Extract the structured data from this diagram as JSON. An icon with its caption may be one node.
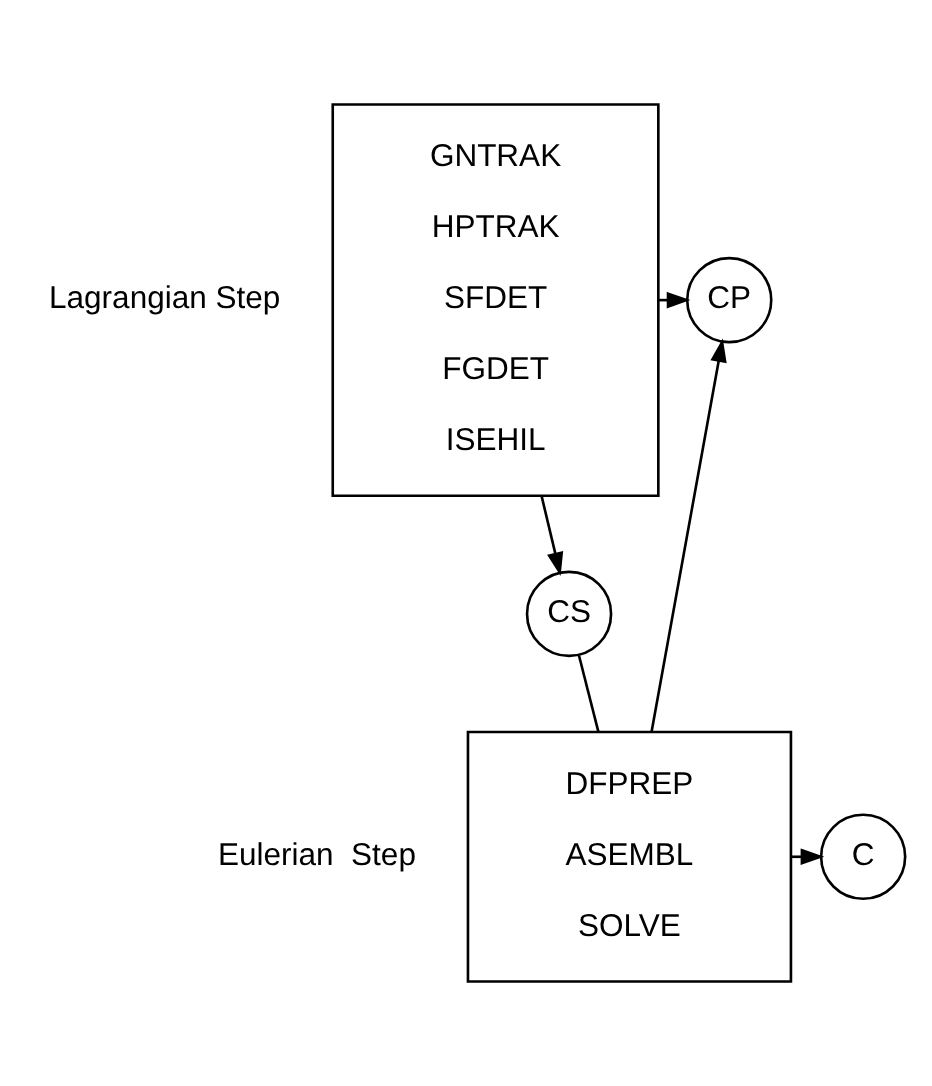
{
  "diagram": {
    "nodes": [
      {
        "text": [
          "GNTRAK",
          "HPTRAK",
          "SFDET",
          "FGDET",
          "ISEHIL"
        ],
        "beside": [
          "Lagrangian Step"
        ]
      },
      {
        "text": [
          "CP"
        ]
      },
      {
        "text": [
          "CS"
        ]
      },
      {
        "text": [
          "DFPREP",
          "ASEMBL",
          "SOLVE"
        ],
        "beside": [
          "Eulerian  Step"
        ]
      },
      {
        "text": [
          "C"
        ]
      }
    ],
    "edges": [
      {
        "from": 0,
        "to": 1,
        "arrow": "to"
      },
      {
        "from": 0,
        "to": 2,
        "arrow": "to"
      },
      {
        "from": 2,
        "to": 3,
        "arrow": "none"
      },
      {
        "from": 3,
        "to": 4,
        "arrow": "to"
      },
      {
        "from": 3,
        "to": 1,
        "arrow": "to"
      }
    ]
  }
}
